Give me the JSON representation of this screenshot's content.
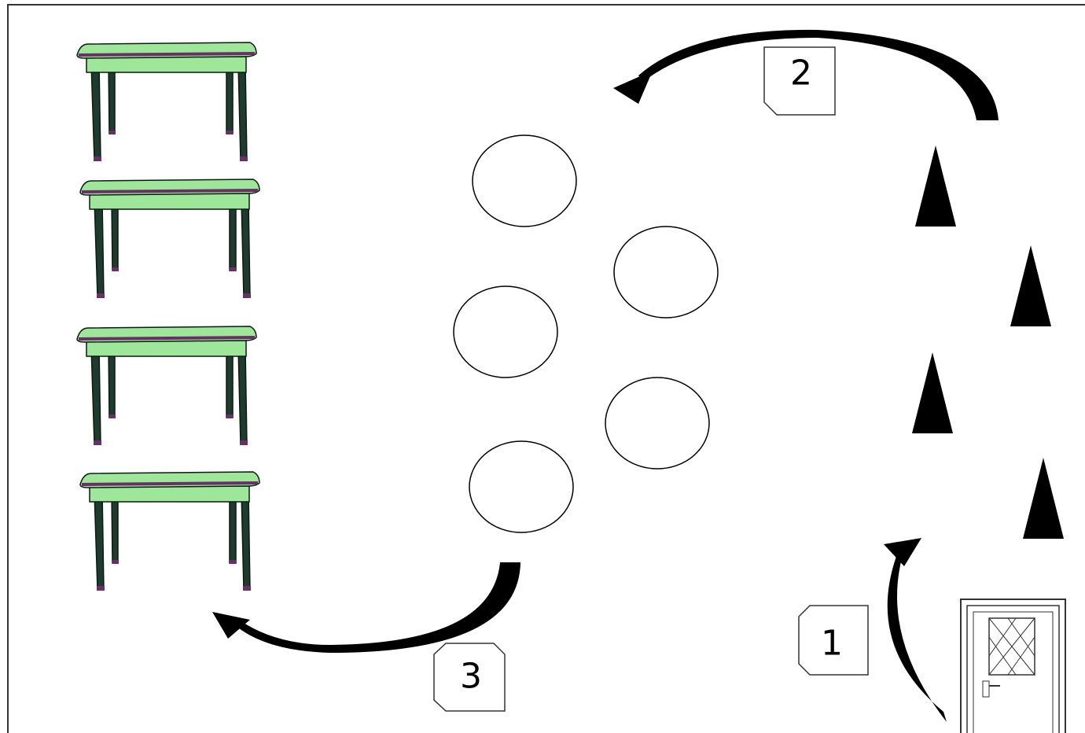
{
  "diagram": {
    "steps": [
      {
        "label": "1",
        "description_visible": false
      },
      {
        "label": "2",
        "description_visible": false
      },
      {
        "label": "3",
        "description_visible": false
      }
    ],
    "stations": {
      "tables": {
        "count": 4,
        "icon": "table-icon"
      },
      "circles": {
        "count": 5,
        "icon": "circle-marker"
      },
      "cones": {
        "count": 4,
        "icon": "cone-icon"
      },
      "door": {
        "icon": "door-icon"
      }
    },
    "colors": {
      "table_top": "#9ee79a",
      "table_edge": "#6b2f67",
      "table_leg": "#1f3b30",
      "arrow": "#000000",
      "cone": "#000000"
    }
  }
}
